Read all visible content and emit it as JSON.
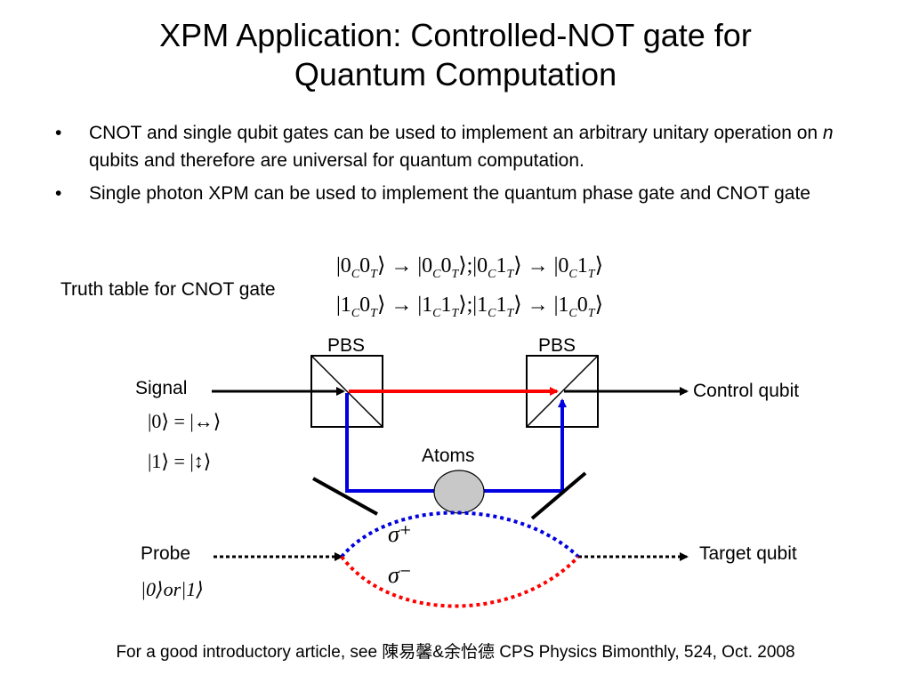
{
  "title": {
    "line1": "XPM Application: Controlled-NOT gate for",
    "line2": "Quantum Computation"
  },
  "bullets": [
    {
      "part1": "CNOT and single qubit gates can be used to implement an arbitrary unitary operation on ",
      "emph": "n",
      "part2": " qubits and therefore are universal for quantum computation."
    },
    {
      "part1": "Single photon XPM can be used to implement the quantum phase gate and CNOT gate"
    }
  ],
  "bullet_symbol": "•",
  "truth_table": {
    "label": "Truth table for CNOT gate",
    "row1": {
      "a1": "|0",
      "a1s": "C",
      "a2": "0",
      "a2s": "T",
      "a3": "⟩ → |0",
      "b1s": "C",
      "b2": "0",
      "b2s": "T",
      "b3": "⟩;|0",
      "c1s": "C",
      "c2": "1",
      "c2s": "T",
      "c3": "⟩ → |0",
      "d1s": "C",
      "d2": "1",
      "d2s": "T",
      "d3": "⟩"
    },
    "row2": {
      "a1": "|1",
      "a1s": "C",
      "a2": "0",
      "a2s": "T",
      "a3": "⟩ → |1",
      "b1s": "C",
      "b2": "1",
      "b2s": "T",
      "b3": "⟩;|1",
      "c1s": "C",
      "c2": "1",
      "c2s": "T",
      "c3": "⟩ → |1",
      "d1s": "C",
      "d2": "0",
      "d2s": "T",
      "d3": "⟩"
    }
  },
  "diagram": {
    "pbs_left": "PBS",
    "pbs_right": "PBS",
    "signal": "Signal",
    "control_qubit": "Control qubit",
    "atoms": "Atoms",
    "probe": "Probe",
    "target_qubit": "Target qubit",
    "state0": "|0⟩ = |↔⟩",
    "state1": "|1⟩ = |↕⟩",
    "probe_state": "|0⟩or|1⟩",
    "sigma_plus": "σ⁺",
    "sigma_minus": "σ⁻"
  },
  "footer": "For a good introductory article, see 陳易馨&余怡德 CPS Physics Bimonthly, 524, Oct. 2008",
  "colors": {
    "red_path": "#ff0000",
    "blue_path": "#0000e0",
    "atoms_fill": "#c8c8c8"
  }
}
